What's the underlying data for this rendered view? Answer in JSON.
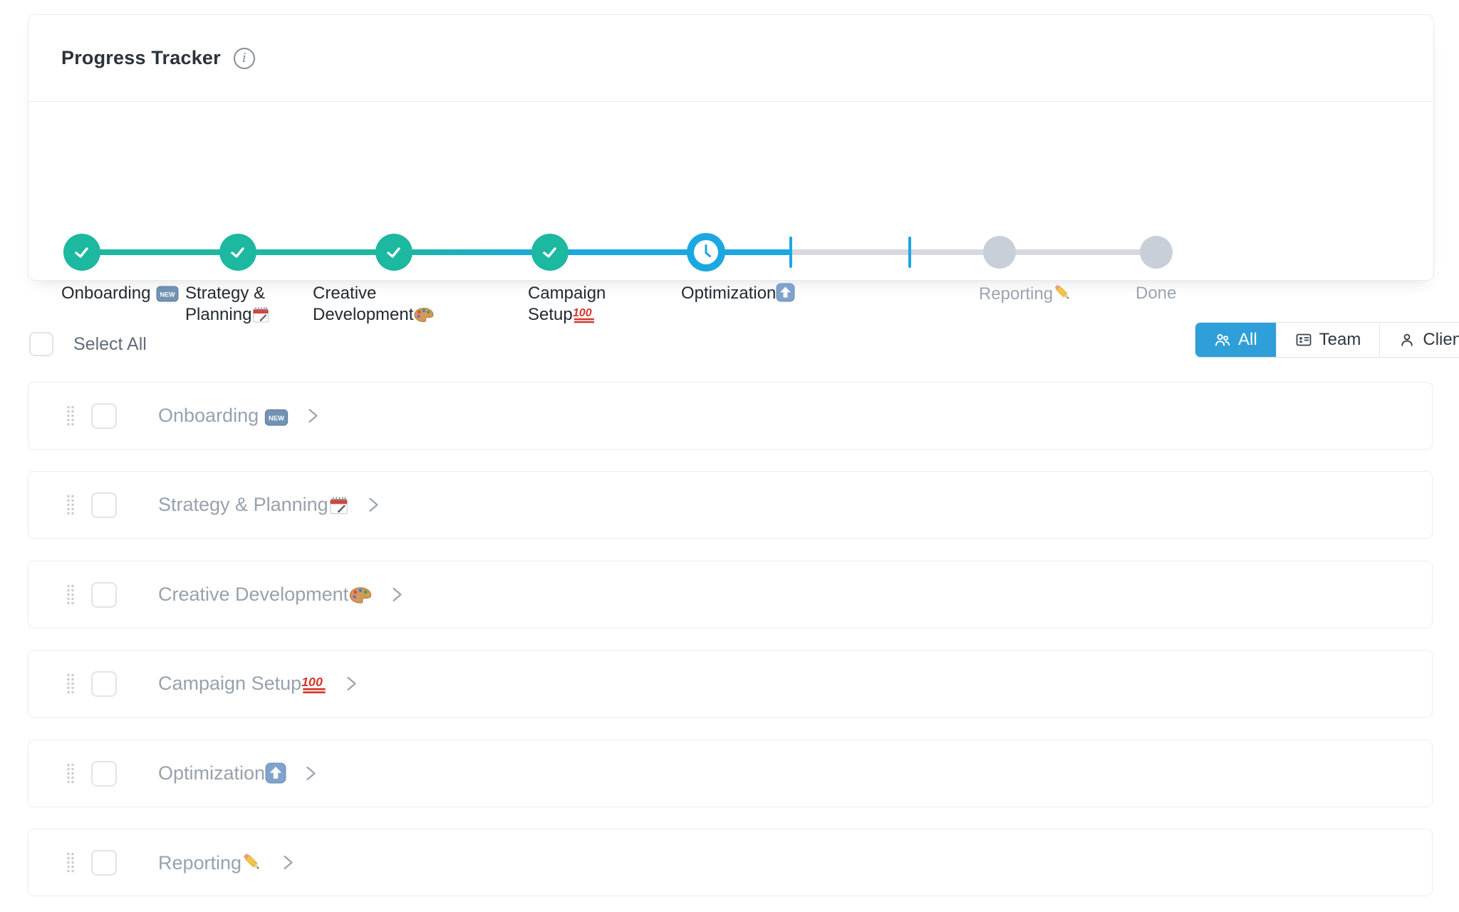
{
  "tracker": {
    "title": "Progress Tracker",
    "info_icon": "info-circle-icon",
    "colors": {
      "completed_teal": "#1CB8A0",
      "current_blue": "#1BA7E0",
      "upcoming_gray": "#C9CFD8",
      "track_gray": "#D6D9DF"
    },
    "milestone_tick_count": 2,
    "steps": [
      {
        "line1": "Onboarding",
        "emoji": "new-badge-emoji",
        "status": "completed"
      },
      {
        "line1": "Strategy &",
        "line2": "Planning",
        "emoji": "spiral-calendar-emoji",
        "status": "completed"
      },
      {
        "line1": "Creative",
        "line2": "Development",
        "emoji": "palette-emoji",
        "status": "completed"
      },
      {
        "line1": "Campaign",
        "line2": "Setup",
        "emoji": "hundred-points-emoji",
        "status": "completed"
      },
      {
        "line1": "Optimization",
        "emoji": "up-arrow-emoji",
        "status": "current"
      },
      {
        "line1": "Reporting",
        "emoji": "pencil-emoji",
        "status": "upcoming"
      },
      {
        "line1": "Done",
        "status": "upcoming"
      }
    ]
  },
  "toolbar": {
    "select_all_label": "Select All",
    "filters": [
      {
        "label": "All",
        "icon": "people-icon",
        "active": true,
        "active_color": "#2E9FD9"
      },
      {
        "label": "Team",
        "icon": "id-card-icon",
        "active": false
      },
      {
        "label": "Client",
        "icon": "person-icon",
        "active": false
      }
    ]
  },
  "sections": [
    {
      "label": "Onboarding",
      "emoji": "new-badge-emoji"
    },
    {
      "label": "Strategy & Planning",
      "emoji": "spiral-calendar-emoji"
    },
    {
      "label": "Creative Development",
      "emoji": "palette-emoji"
    },
    {
      "label": "Campaign Setup",
      "emoji": "hundred-points-emoji"
    },
    {
      "label": "Optimization",
      "emoji": "up-arrow-emoji"
    },
    {
      "label": "Reporting",
      "emoji": "pencil-emoji"
    }
  ]
}
